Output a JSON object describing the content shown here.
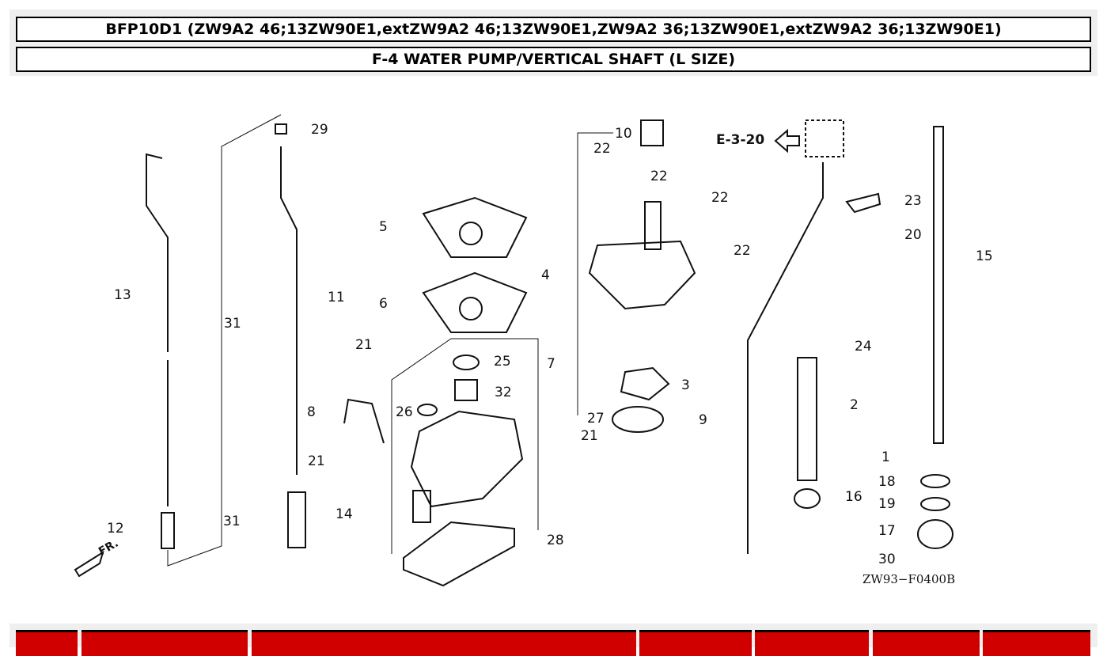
{
  "header": {
    "model_line": "BFP10D1 (ZW9A2 46;13ZW90E1,extZW9A2 46;13ZW90E1,ZW9A2 36;13ZW90E1,extZW9A2 36;13ZW90E1)",
    "section_title": "F-4 WATER PUMP/VERTICAL SHAFT (L SIZE)"
  },
  "diagram": {
    "callouts": [
      "29",
      "10",
      "22",
      "22",
      "22",
      "22",
      "23",
      "20",
      "15",
      "5",
      "4",
      "13",
      "11",
      "6",
      "31",
      "21",
      "25",
      "7",
      "24",
      "3",
      "32",
      "26",
      "27",
      "9",
      "2",
      "8",
      "21",
      "21",
      "1",
      "18",
      "16",
      "19",
      "31",
      "14",
      "12",
      "17",
      "28",
      "30"
    ],
    "reference": "E-3-20",
    "front_marker": "FR.",
    "drawing_code": "ZW93−F0400B"
  },
  "table": {
    "header_color": "#d00000"
  }
}
